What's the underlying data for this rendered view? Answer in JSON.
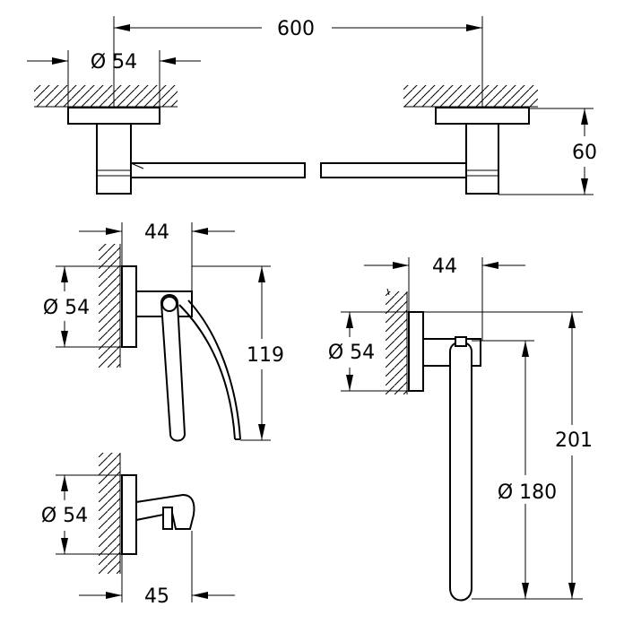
{
  "drawing": {
    "towel_bar": {
      "length": "600",
      "rosette_diameter": "Ø 54",
      "wall_projection": "60"
    },
    "paper_holder": {
      "projection": "44",
      "rosette_diameter": "Ø 54",
      "height": "119"
    },
    "towel_ring": {
      "projection": "44",
      "rosette_diameter": "Ø 54",
      "height": "201",
      "ring_diameter": "Ø 180"
    },
    "robe_hook": {
      "rosette_diameter": "Ø 54",
      "projection": "45"
    }
  }
}
